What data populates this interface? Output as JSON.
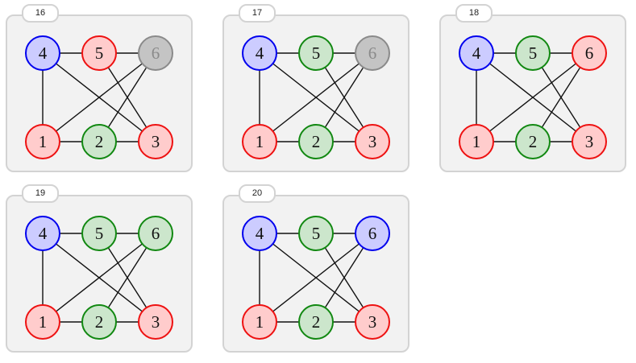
{
  "panels": [
    {
      "step": "16",
      "nodes": [
        {
          "id": "4",
          "label": "4",
          "color": "blue"
        },
        {
          "id": "5",
          "label": "5",
          "color": "red"
        },
        {
          "id": "6",
          "label": "6",
          "color": "gray"
        },
        {
          "id": "1",
          "label": "1",
          "color": "red"
        },
        {
          "id": "2",
          "label": "2",
          "color": "green"
        },
        {
          "id": "3",
          "label": "3",
          "color": "red"
        }
      ]
    },
    {
      "step": "17",
      "nodes": [
        {
          "id": "4",
          "label": "4",
          "color": "blue"
        },
        {
          "id": "5",
          "label": "5",
          "color": "green"
        },
        {
          "id": "6",
          "label": "6",
          "color": "gray"
        },
        {
          "id": "1",
          "label": "1",
          "color": "red"
        },
        {
          "id": "2",
          "label": "2",
          "color": "green"
        },
        {
          "id": "3",
          "label": "3",
          "color": "red"
        }
      ]
    },
    {
      "step": "18",
      "nodes": [
        {
          "id": "4",
          "label": "4",
          "color": "blue"
        },
        {
          "id": "5",
          "label": "5",
          "color": "green"
        },
        {
          "id": "6",
          "label": "6",
          "color": "red"
        },
        {
          "id": "1",
          "label": "1",
          "color": "red"
        },
        {
          "id": "2",
          "label": "2",
          "color": "green"
        },
        {
          "id": "3",
          "label": "3",
          "color": "red"
        }
      ]
    },
    {
      "step": "19",
      "nodes": [
        {
          "id": "4",
          "label": "4",
          "color": "blue"
        },
        {
          "id": "5",
          "label": "5",
          "color": "green"
        },
        {
          "id": "6",
          "label": "6",
          "color": "green"
        },
        {
          "id": "1",
          "label": "1",
          "color": "red"
        },
        {
          "id": "2",
          "label": "2",
          "color": "green"
        },
        {
          "id": "3",
          "label": "3",
          "color": "red"
        }
      ]
    },
    {
      "step": "20",
      "nodes": [
        {
          "id": "4",
          "label": "4",
          "color": "blue"
        },
        {
          "id": "5",
          "label": "5",
          "color": "green"
        },
        {
          "id": "6",
          "label": "6",
          "color": "blue"
        },
        {
          "id": "1",
          "label": "1",
          "color": "red"
        },
        {
          "id": "2",
          "label": "2",
          "color": "green"
        },
        {
          "id": "3",
          "label": "3",
          "color": "red"
        }
      ]
    }
  ],
  "edges": [
    [
      "4",
      "5"
    ],
    [
      "5",
      "6"
    ],
    [
      "4",
      "1"
    ],
    [
      "1",
      "2"
    ],
    [
      "2",
      "3"
    ],
    [
      "4",
      "3"
    ],
    [
      "5",
      "3"
    ],
    [
      "6",
      "1"
    ],
    [
      "6",
      "2"
    ]
  ],
  "palette": {
    "blue": {
      "fill": "#ccccff",
      "stroke": "#0000ee",
      "text": "#111111"
    },
    "red": {
      "fill": "#ffcccc",
      "stroke": "#ee1111",
      "text": "#111111"
    },
    "green": {
      "fill": "#cce6cc",
      "stroke": "#118811",
      "text": "#111111"
    },
    "gray": {
      "fill": "#c4c4c4",
      "stroke": "#8a8a8a",
      "text": "#8a8a8a"
    }
  }
}
